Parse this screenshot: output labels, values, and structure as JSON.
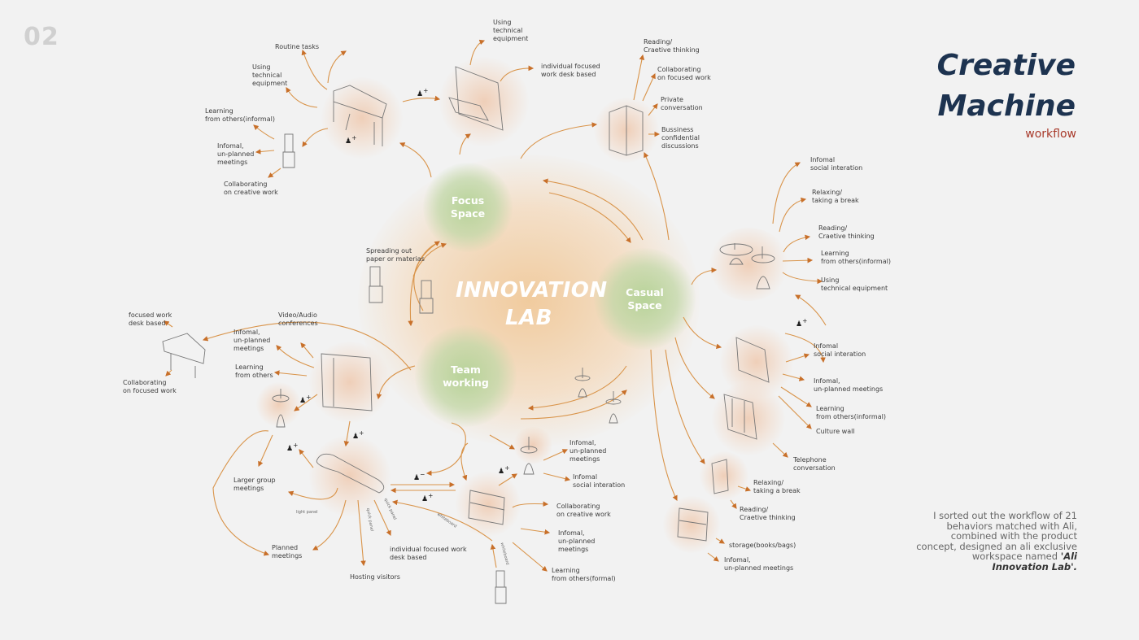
{
  "page_number": "02",
  "title": {
    "line1": "Creative",
    "line2": "Machine",
    "subtitle": "workflow"
  },
  "center": {
    "title": "INNOVATION\nLAB"
  },
  "zones": {
    "focus": "Focus\nSpace",
    "casual": "Casual\nSpace",
    "team": "Team\nworking"
  },
  "description": {
    "text": "I sorted out the workflow of 21 behaviors matched with Ali, combined with the product concept, designed an ali exclusive workspace named ",
    "emphasis": "'Ali Innovation Lab'."
  },
  "labels": {
    "routine_tasks": "Routine tasks",
    "using_tech_1": "Using\ntechnical\nequipment",
    "learning_informal_1": "Learning\nfrom others(informal)",
    "informal_meetings_1": "Infomal,\nun-planned\nmeetings",
    "collab_creative_1": "Collaborating\non creative work",
    "using_tech_2": "Using\ntechnical\nequipment",
    "individual_desk_1": "individual focused\nwork desk based",
    "reading_1": "Reading/\nCraetive thinking",
    "collab_focused_1": "Collaborating\non focused work",
    "private_conv": "Private\nconversation",
    "business_conf": "Bussiness\nconfidential\ndiscussions",
    "informal_social_1": "Infomal\nsocial interation",
    "relaxing_1": "Relaxing/\ntaking a break",
    "reading_2": "Reading/\nCraetive thinking",
    "learning_informal_2": "Learning\nfrom others(informal)",
    "using_tech_3": "Using\ntechnical equipment",
    "informal_social_2": "Infomal\nsocial interation",
    "informal_meetings_2": "Infomal,\nun-planned meetings",
    "learning_informal_3": "Learning\nfrom others(informal)",
    "culture_wall": "Culture wall",
    "telephone": "Telephone\nconversation",
    "relaxing_2": "Relaxing/\ntaking a break",
    "reading_3": "Reading/\nCraetive thinking",
    "storage": "storage(books/bags)",
    "informal_meetings_3": "Infomal,\nun-planned meetings",
    "spreading": "Spreading out\npaper or materias",
    "focused_desk": "focused work\ndesk based",
    "collab_focused_2": "Collaborating\non focused work",
    "video_audio": "Video/Audio\nconferences",
    "informal_meetings_4": "Infomal,\nun-planned\nmeetings",
    "learning_others": "Learning\nfrom others",
    "larger_group": "Larger group\nmeetings",
    "planned": "Planned\nmeetings",
    "hosting": "Hosting visitors",
    "individual_desk_2": "individual focused work\ndesk based",
    "informal_meetings_5": "Infomal,\nun-planned\nmeetings",
    "informal_social_3": "Infomal\nsocial interation",
    "collab_creative_2": "Collaborating\non creative work",
    "informal_meetings_6": "Infomal,\nun-planned\nmeetings",
    "learning_formal": "Learning\nfrom others(formal)"
  },
  "small_tags": {
    "light_panel": "light panel",
    "quick_panel_1": "quick panel",
    "quick_panel_2": "quick panel",
    "whiteboard_1": "whiteboard",
    "whiteboard_2": "whiteboard"
  },
  "people_icons": {
    "add": "+",
    "remove": "−"
  },
  "colors": {
    "background": "#f2f2f2",
    "title": "#1d3350",
    "subtitle": "#a8392a",
    "arrow": "#d9944a",
    "zone_green": "#b4d296",
    "center_orange": "#f0be82"
  }
}
